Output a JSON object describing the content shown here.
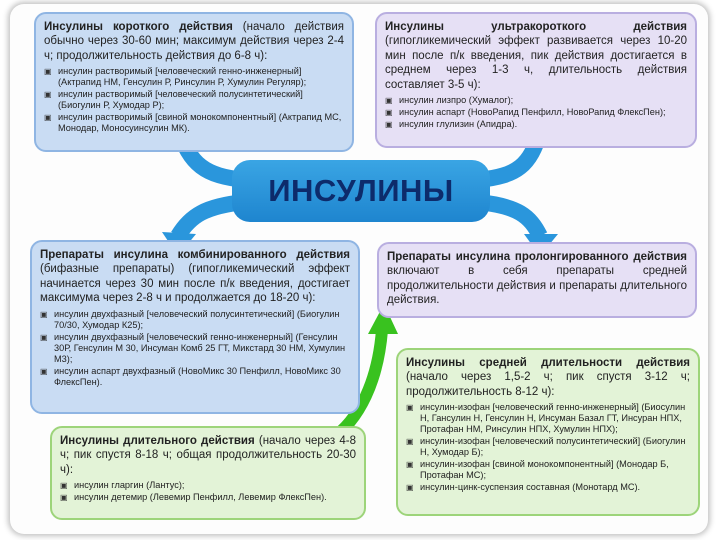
{
  "title": "ИНСУЛИНЫ",
  "colors": {
    "hub": "#2a96dc",
    "blue_card": "#c9dcf3",
    "purple_card": "#e6e0f5",
    "green_card": "#e3f3d7",
    "green_arrow": "#39c21f"
  },
  "short": {
    "heading_bold": "Инсулины короткого действия",
    "heading_rest": " (начало действия обычно через 30-60 мин; максимум действия через 2-4 ч; продолжительность действия до 6-8 ч):",
    "items": [
      "инсулин растворимый [человеческий генно-инженерный] (Актрапид НМ, Генсулин Р, Ринсулин Р, Хумулин Регуляр);",
      "инсулин растворимый [человеческий полусинтетический] (Биогулин Р, Хумодар Р);",
      "инсулин растворимый [свиной монокомпонентный] (Актрапид МС, Монодар, Моносуинсулин МК)."
    ]
  },
  "ultra": {
    "heading_bold": "Инсулины ультракороткого действия",
    "heading_rest": " (гипогликемический эффект развивается через 10-20 мин после п/к введения, пик действия достигается в среднем через 1-3 ч, длительность действия составляет 3-5 ч):",
    "items": [
      "инсулин лизпро (Хумалог);",
      "инсулин аспарт (НовоРапид Пенфилл, НовоРапид ФлексПен);",
      "инсулин глулизин (Апидра)."
    ]
  },
  "combined": {
    "heading_bold": "Препараты инсулина комбинированного действия",
    "heading_rest": " (бифазные препараты) (гипогликемический эффект начинается через 30 мин после п/к введения, достигает максимума через 2-8 ч и продолжается до 18-20 ч):",
    "items": [
      "инсулин двухфазный [человеческий полусинтетический] (Биогулин 70/30, Хумодар К25);",
      "инсулин двухфазный [человеческий генно-инженерный] (Генсулин 30Р, Генсулин М 30, Инсуман Комб 25 ГТ, Микстард 30 НМ, Хумулин М3);",
      "инсулин аспарт двухфазный (НовоМикс 30 Пенфилл, НовоМикс 30 ФлексПен)."
    ]
  },
  "prolonged": {
    "heading_bold": "Препараты инсулина пролонгированного действия",
    "heading_rest": " включают в себя препараты средней продолжительности действия и препараты длительного действия."
  },
  "long": {
    "heading_bold": "Инсулины длительного действия",
    "heading_rest": " (начало через 4-8 ч; пик спустя 8-18 ч; общая продолжительность 20-30 ч):",
    "items": [
      "инсулин гларгин (Лантус);",
      "инсулин детемир (Левемир Пенфилл, Левемир ФлексПен)."
    ]
  },
  "medium": {
    "heading_bold": "Инсулины средней длительности действия",
    "heading_rest": " (начало через 1,5-2 ч; пик спустя 3-12 ч; продолжительность 8-12 ч):",
    "items": [
      "инсулин-изофан [человеческий генно-инженерный] (Биосулин Н, Гансулин Н, Генсулин Н, Инсуман Базал ГТ, Инсуран НПХ, Протафан НМ, Ринсулин НПХ, Хумулин НПХ);",
      "инсулин-изофан [человеческий полусинтетический] (Биогулин Н, Хумодар Б);",
      "инсулин-изофан [свиной монокомпонентный] (Монодар Б, Протафан МС);",
      "инсулин-цинк-суспензия составная (Монотард МС)."
    ]
  }
}
